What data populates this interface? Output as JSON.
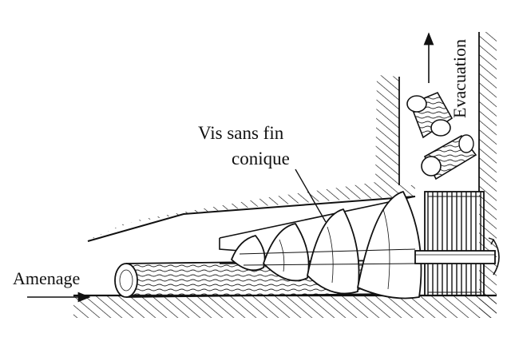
{
  "labels": {
    "screw_line1": "Vis sans fin",
    "screw_line2": "conique",
    "infeed": "Amenage",
    "discharge": "Evacuation"
  },
  "colors": {
    "ink": "#111111",
    "paper": "#ffffff"
  }
}
